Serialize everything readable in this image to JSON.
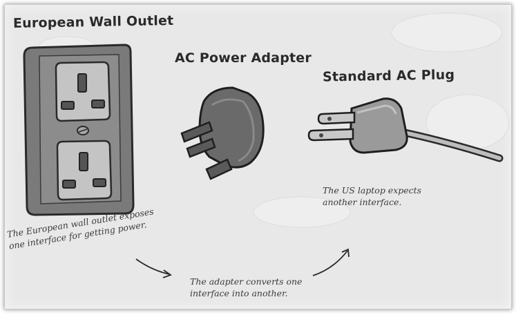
{
  "labels": {
    "outlet": "European Wall Outlet",
    "adapter": "AC Power Adapter",
    "plug": "Standard AC Plug"
  },
  "notes": {
    "outlet_line1": "The European wall outlet exposes",
    "outlet_line2": "one interface for getting power.",
    "adapter_line1": "The adapter converts one",
    "adapter_line2": "interface into another.",
    "plug_line1": "The US laptop expects",
    "plug_line2": "another interface."
  },
  "colors": {
    "background": "#e8e8e8",
    "ink": "#2a2a2a",
    "outlet_face": "#8c8c8c",
    "socket_face": "#bdbdbd",
    "adapter_body": "#6e6e6e",
    "plug_body": "#9a9a9a"
  }
}
